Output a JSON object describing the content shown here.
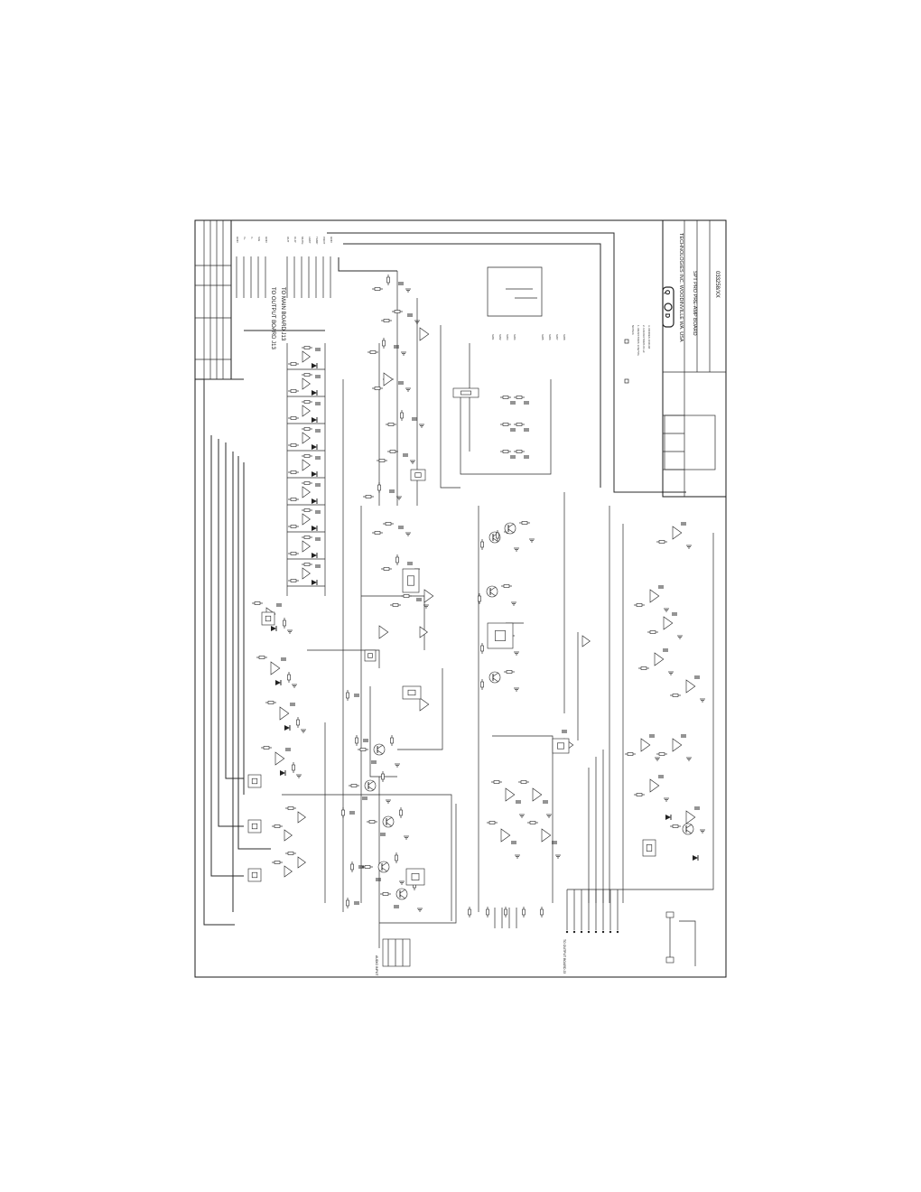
{
  "sheet": {
    "title_block": {
      "company_line1": "TECHNOLOGIES INC. WOODINVILLE WA. USA",
      "board_title": "SPT PRO PRE-AMP BOARD",
      "drawing_number": "033258/XX"
    },
    "connector_labels": {
      "to_output_board": "TO OUTPUT BOARD J13",
      "to_main_board": "TO MAIN BOARD J13"
    },
    "small_labels": {
      "audio_input": "AUDIO INPUT",
      "to_output_board_bottom": "TO OUTPUT BOARD J3"
    }
  }
}
